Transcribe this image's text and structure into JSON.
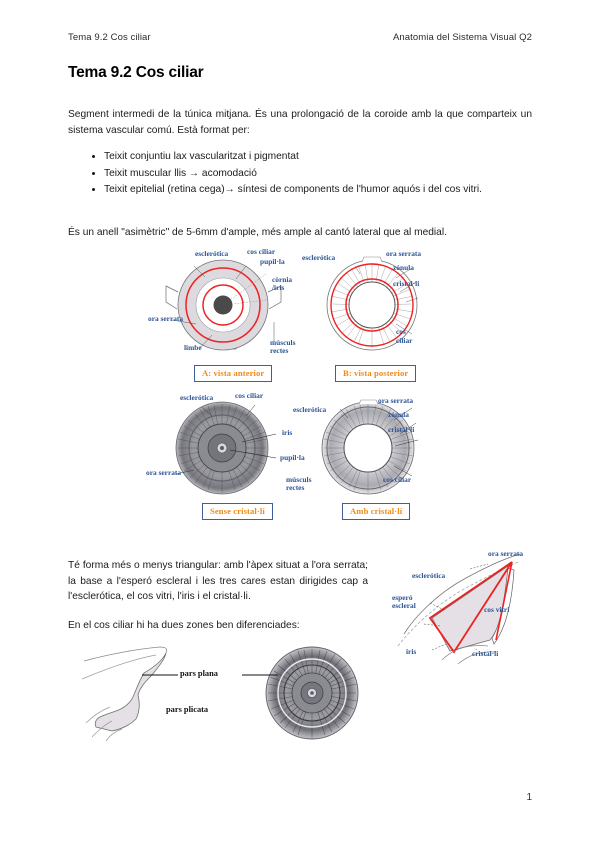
{
  "header": {
    "left": "Tema 9.2 Cos ciliar",
    "right": "Anatomia del Sistema Visual Q2"
  },
  "title": "Tema 9.2 Cos ciliar",
  "paragraphs": {
    "intro": "Segment intermedi de la túnica mitjana. És una prolongació de la coroide amb la que comparteix un sistema vascular comú. Està format per:",
    "anell": "És un anell \"asimètric\" de 5-6mm d'ample, més ample al cantó lateral que al medial.",
    "forma": "Té forma més o menys triangular: amb l'àpex situat a l'ora serrata; la base a l'esperó escleral i les tres cares estan dirigides cap a l'esclerótica, el cos vitri, l'iris i el cristal·li.",
    "zones": "En el cos ciliar hi ha dues zones ben diferenciades:"
  },
  "bullets": [
    "Teixit conjuntiu lax vascularitzat i pigmentat",
    "Teixit muscular llis → acomodació",
    "Teixit epitelial (retina cega)→ síntesi de components de l'humor aquós i del cos vitri."
  ],
  "page_number": "1",
  "colors": {
    "label_blue": "#2d5496",
    "caption_orange": "#ef8a17",
    "caption_border": "#3f5f97",
    "anatomy_red": "#ee2222",
    "sclera_grey": "#d9d7dc"
  },
  "figures": {
    "row1": {
      "caption_a": "A: vista anterior",
      "caption_b": "B: vista posterior",
      "labels_a": [
        "esclerótica",
        "cos ciliar",
        "pupil·la",
        "còrnia",
        "/iris",
        "ora serrata",
        "limbe",
        "músculs",
        "rectes"
      ],
      "labels_b": [
        "esclerótica",
        "ora serrata",
        "zónula",
        "cristal·li",
        "cos",
        "ciliar"
      ]
    },
    "row2": {
      "caption_a": "Sense cristal·lí",
      "caption_b": "Amb cristal·lí",
      "labels_a": [
        "esclerótica",
        "cos ciliar",
        "iris",
        "pupil·la",
        "ora serrata",
        "músculs",
        "rectes"
      ],
      "labels_b": [
        "esclerótica",
        "ora serrata",
        "zónula",
        "cristal·li",
        "cos ciliar"
      ]
    },
    "triangle": {
      "labels": [
        "ora serrata",
        "esclerótica",
        "esperó",
        "escleral",
        "cos vitri",
        "iris",
        "cristal·li"
      ]
    },
    "bottom": {
      "label_plana": "pars plana",
      "label_plicata": "pars plicata"
    }
  }
}
